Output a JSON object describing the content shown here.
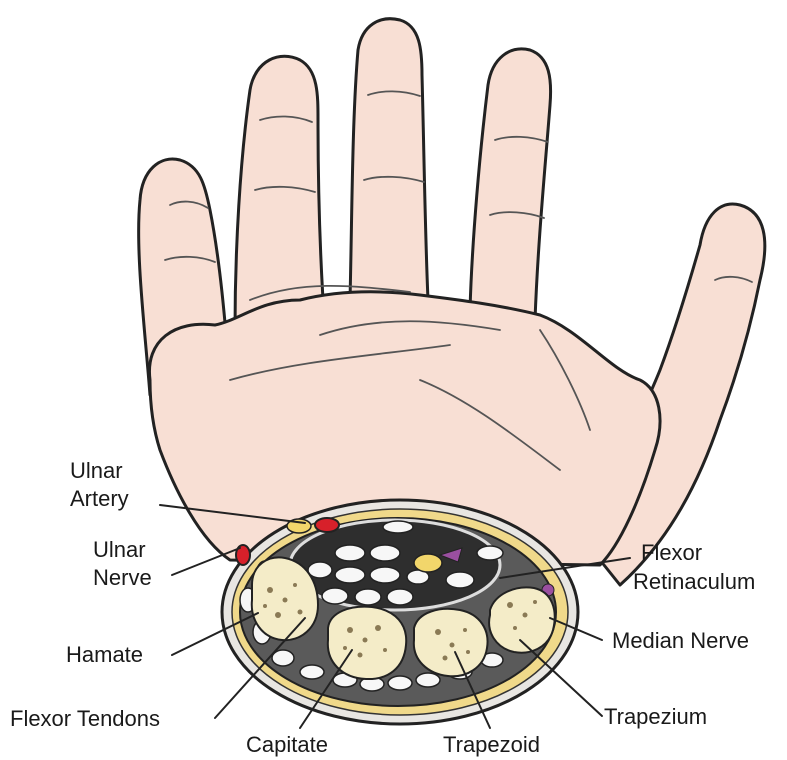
{
  "labels": {
    "ulnar_artery_1": "Ulnar",
    "ulnar_artery_2": "Artery",
    "ulnar_nerve_1": "Ulnar",
    "ulnar_nerve_2": "Nerve",
    "hamate": "Hamate",
    "flexor_tendons": "Flexor Tendons",
    "capitate": "Capitate",
    "trapezoid": "Trapezoid",
    "trapezium": "Trapezium",
    "median_nerve": "Median Nerve",
    "flexor_retinaculum_1": "Flexor",
    "flexor_retinaculum_2": "Retinaculum"
  },
  "colors": {
    "skin": "#f8dfd4",
    "outline": "#222222",
    "fat": "#f0d98a",
    "tissue": "#5a5a5a",
    "bone": "#f4ecc8",
    "artery": "#d7202a",
    "nerve_ulnar": "#f2d66b",
    "nerve_median": "#9a4fa0",
    "tendon": "#f7f7f7"
  }
}
